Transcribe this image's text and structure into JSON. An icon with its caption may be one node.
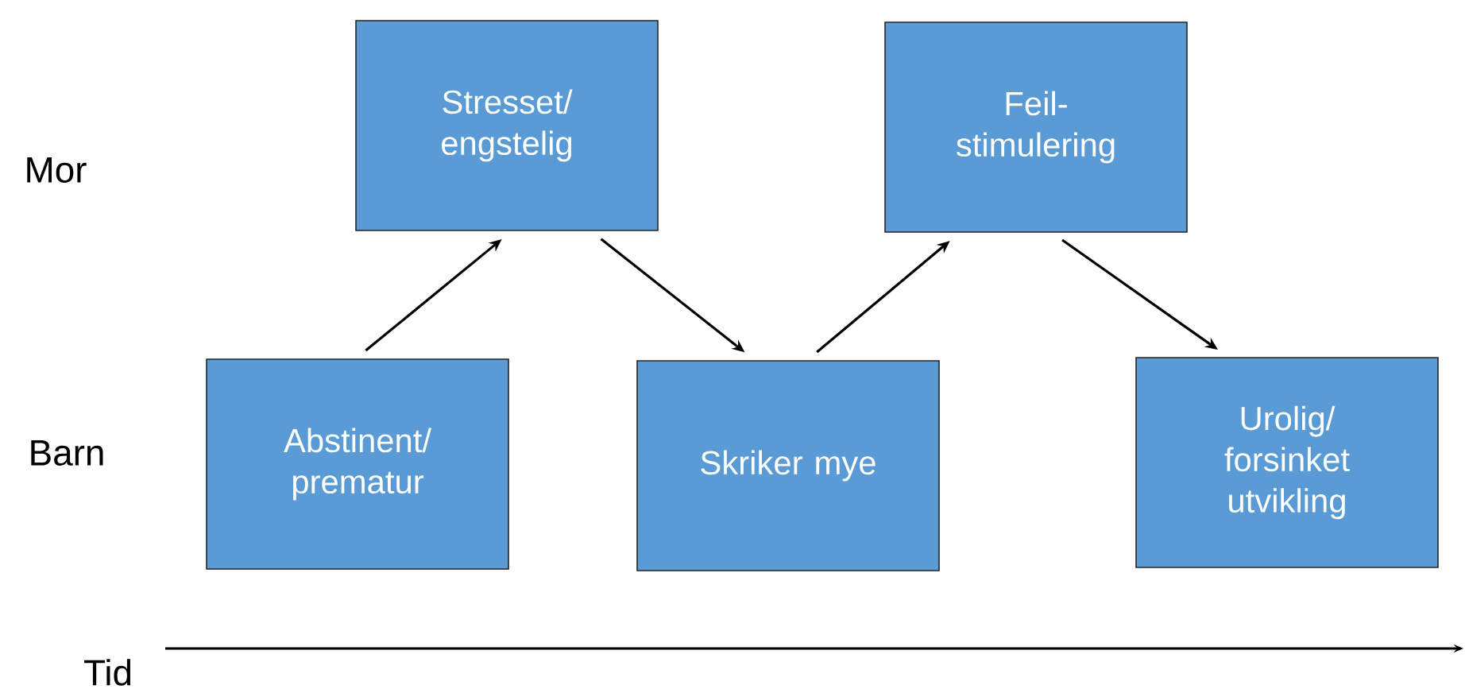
{
  "diagram": {
    "nodes": [
      {
        "text": [
          "Stresset/ engstelig"
        ]
      },
      {
        "text": [
          "Feil- stimulering"
        ]
      },
      {
        "text": [
          "Abstinent/ prematur"
        ]
      },
      {
        "text": [
          "Skriker mye"
        ]
      },
      {
        "text": [
          "Urolig/ forsinket utvikling"
        ]
      }
    ],
    "edges": [
      {
        "from": 2,
        "to": 0,
        "arrow": "to"
      },
      {
        "from": 0,
        "to": 3,
        "arrow": "to"
      },
      {
        "from": 3,
        "to": 1,
        "arrow": "to"
      },
      {
        "from": 1,
        "to": 4,
        "arrow": "to"
      }
    ],
    "labels": [
      "Mor",
      "Barn",
      "Tid"
    ]
  }
}
